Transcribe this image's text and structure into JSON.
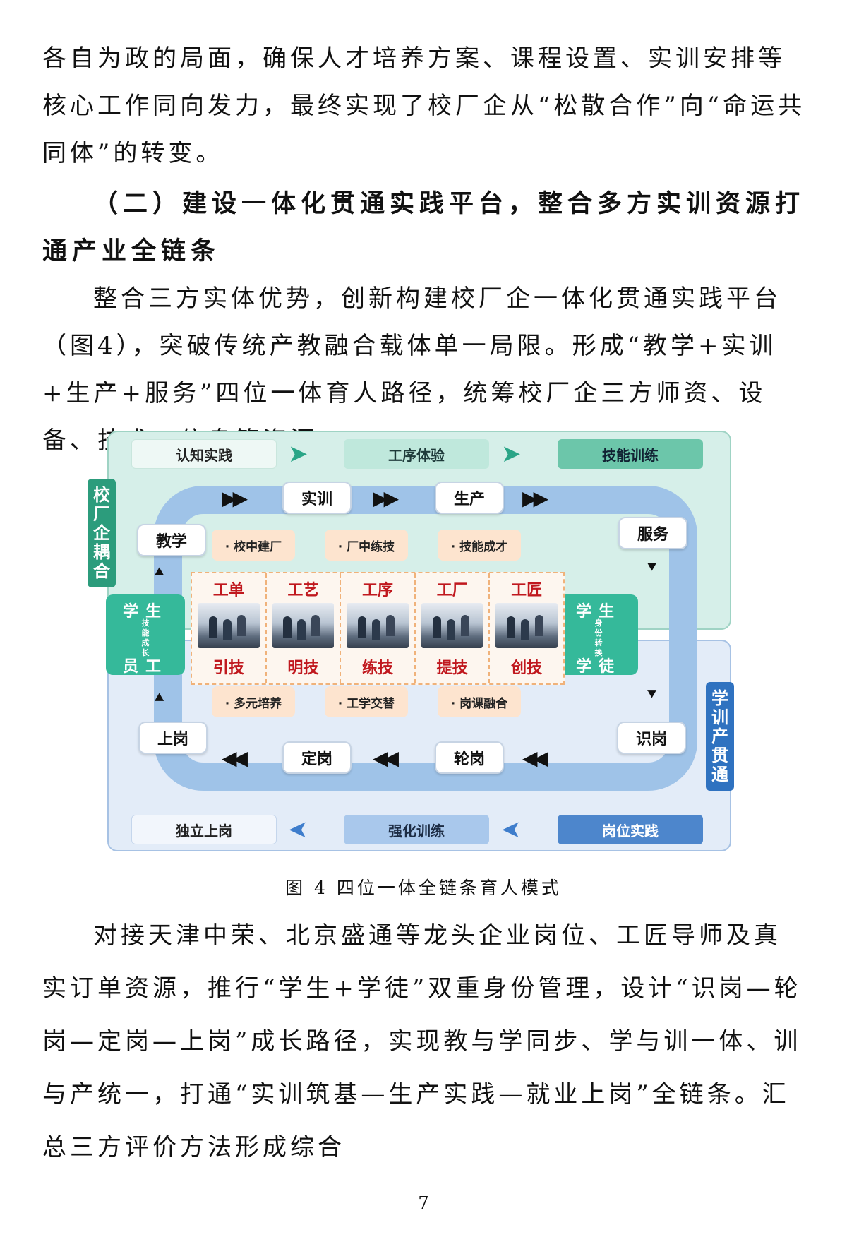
{
  "paragraphs": {
    "p1": "各自为政的局面，确保人才培养方案、课程设置、实训安排等核心工作同向发力，最终实现了校厂企从“松散合作”向“命运共同体”的转变。",
    "heading": "（二）建设一体化贯通实践平台，整合多方实训资源打通产业全链条",
    "p2": "整合三方实体优势，创新构建校厂企一体化贯通实践平台（图4），突破传统产教融合载体单一局限。形成“教学+实训+生产+服务”四位一体育人路径，统筹校厂企三方师资、设备、技术、信息等资源。",
    "p3": "对接天津中荣、北京盛通等龙头企业岗位、工匠导师及真实订单资源，推行“学生+学徒”双重身份管理，设计“识岗—轮岗—定岗—上岗”成长路径，实现教与学同步、学与训一体、训与产统一，打通“实训筑基—生产实践—就业上岗”全链条。汇总三方评价方法形成综合"
  },
  "figure": {
    "caption": "图 4    四位一体全链条育人模式",
    "phases_top": [
      "认知实践",
      "工序体验",
      "技能训练"
    ],
    "phases_bottom": [
      "独立上岗",
      "强化训练",
      "岗位实践"
    ],
    "loop_top": [
      "教学",
      "实训",
      "生产",
      "服务"
    ],
    "loop_bottom": [
      "上岗",
      "定岗",
      "轮岗",
      "识岗"
    ],
    "side_left": "校厂企耦合",
    "side_right": "学训产贯通",
    "pills_top": [
      "· 校中建厂",
      "· 厂中练技",
      "· 技能成才"
    ],
    "pills_bottom": [
      "· 多元培养",
      "· 工学交替",
      "· 岗课融合"
    ],
    "left_box": {
      "top": "学生",
      "mid": [
        "技",
        "能",
        "成",
        "长"
      ],
      "bottom": "员工"
    },
    "right_box": {
      "top": "学生",
      "mid": [
        "身",
        "份",
        "转",
        "换"
      ],
      "bottom": "学徒"
    },
    "grid": [
      {
        "top": "工单",
        "bottom": "引技"
      },
      {
        "top": "工艺",
        "bottom": "明技"
      },
      {
        "top": "工序",
        "bottom": "练技"
      },
      {
        "top": "工厂",
        "bottom": "提技"
      },
      {
        "top": "工匠",
        "bottom": "创技"
      }
    ]
  },
  "page_number": "7"
}
